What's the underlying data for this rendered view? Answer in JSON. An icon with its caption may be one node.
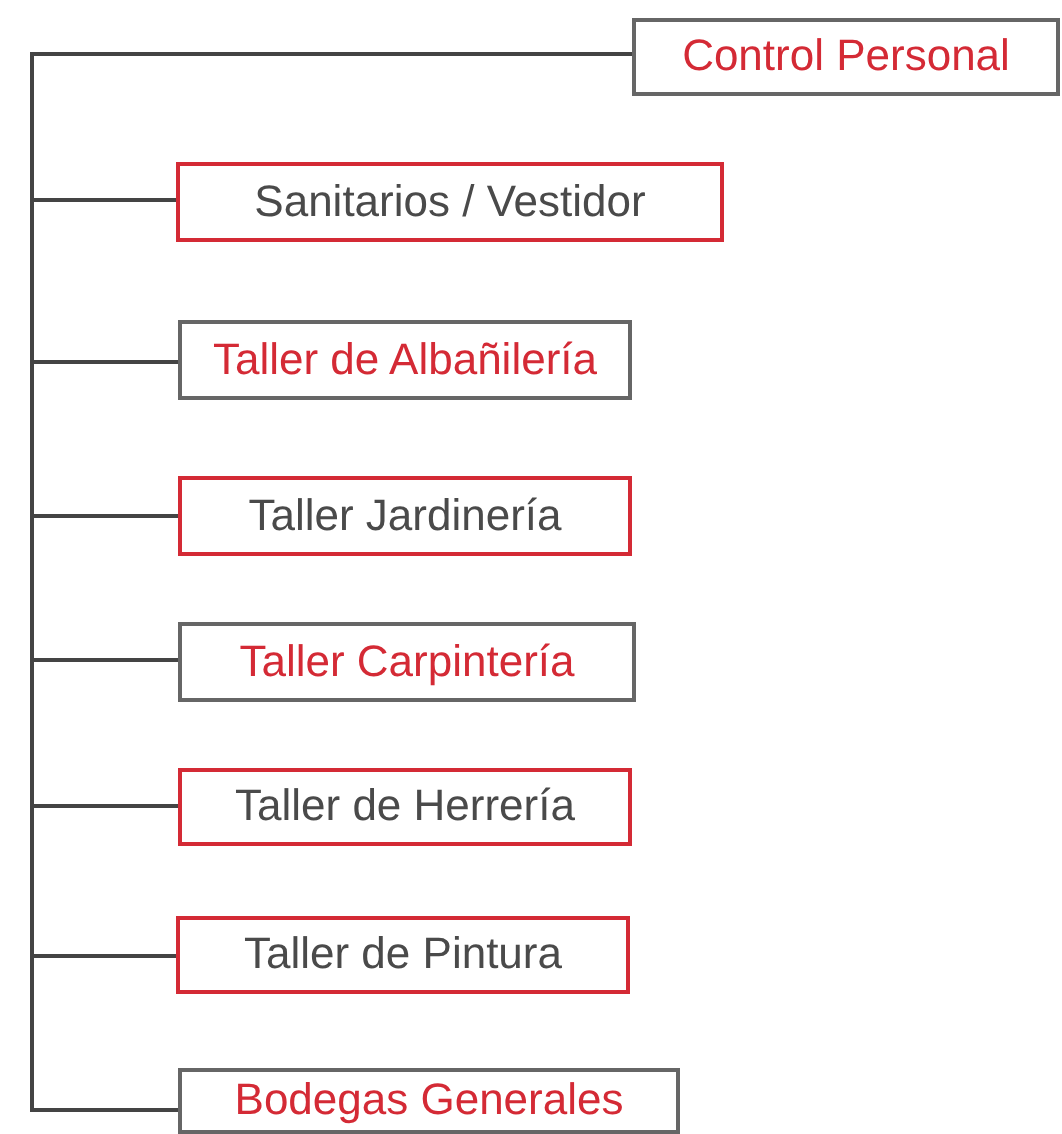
{
  "diagram": {
    "nodes": [
      {
        "text": [
          "Control Personal"
        ]
      },
      {
        "text": [
          "Sanitarios / Vestidor"
        ]
      },
      {
        "text": [
          "Taller de Albañilería"
        ]
      },
      {
        "text": [
          "Taller Jardinería"
        ]
      },
      {
        "text": [
          "Taller Carpintería"
        ]
      },
      {
        "text": [
          "Taller de Herrería"
        ]
      },
      {
        "text": [
          "Taller de Pintura"
        ]
      },
      {
        "text": [
          "Bodegas Generales"
        ]
      }
    ],
    "edges": [
      {
        "from": 0,
        "to": 1,
        "arrow": "none"
      },
      {
        "from": 0,
        "to": 2,
        "arrow": "none"
      },
      {
        "from": 0,
        "to": 3,
        "arrow": "none"
      },
      {
        "from": 0,
        "to": 4,
        "arrow": "none"
      },
      {
        "from": 0,
        "to": 5,
        "arrow": "none"
      },
      {
        "from": 0,
        "to": 6,
        "arrow": "none"
      },
      {
        "from": 0,
        "to": 7,
        "arrow": "none"
      }
    ]
  }
}
